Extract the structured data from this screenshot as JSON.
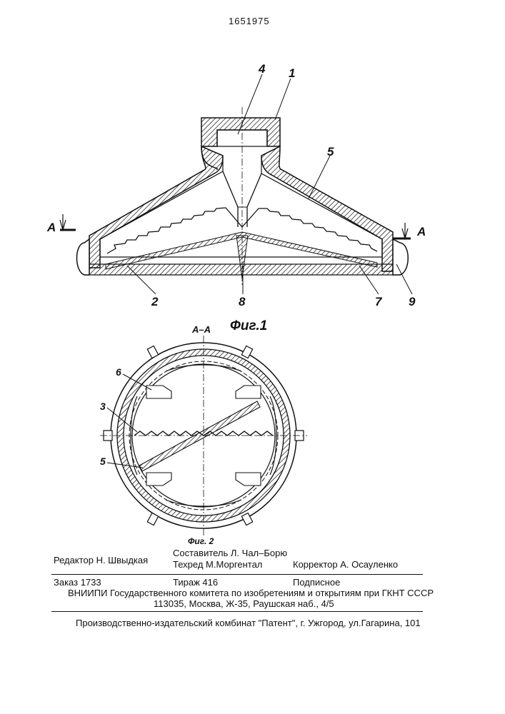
{
  "header": {
    "patent_number": "1651975"
  },
  "figure1": {
    "callouts": {
      "c4": "4",
      "c1": "1",
      "c5": "5",
      "c2": "2",
      "c8": "8",
      "c7": "7",
      "c9": "9"
    },
    "section_left": "A",
    "section_right": "A",
    "caption": "Фиг.1"
  },
  "figure2": {
    "section_title": "A–A",
    "callouts": {
      "c6": "6",
      "c3": "3",
      "c5": "5"
    },
    "caption": "Фиг. 2"
  },
  "credits": {
    "editor": "Редактор  Н. Швыдкая",
    "compiler": "Составитель Л. Чал–Борю",
    "techred": "Техред М.Моргентал",
    "corrector": "Корректор   А. Осауленко"
  },
  "imprint": {
    "order": "Заказ  1733",
    "circulation": "Тираж 416",
    "subscription": "Подписное",
    "vniipi": "ВНИИПИ Государственного комитета по изобретениям и открытиям при ГКНТ СССР",
    "address": "113035, Москва, Ж-35, Раушская наб., 4/5",
    "publisher": "Производственно-издательский комбинат \"Патент\", г. Ужгород, ул.Гагарина, 101"
  }
}
